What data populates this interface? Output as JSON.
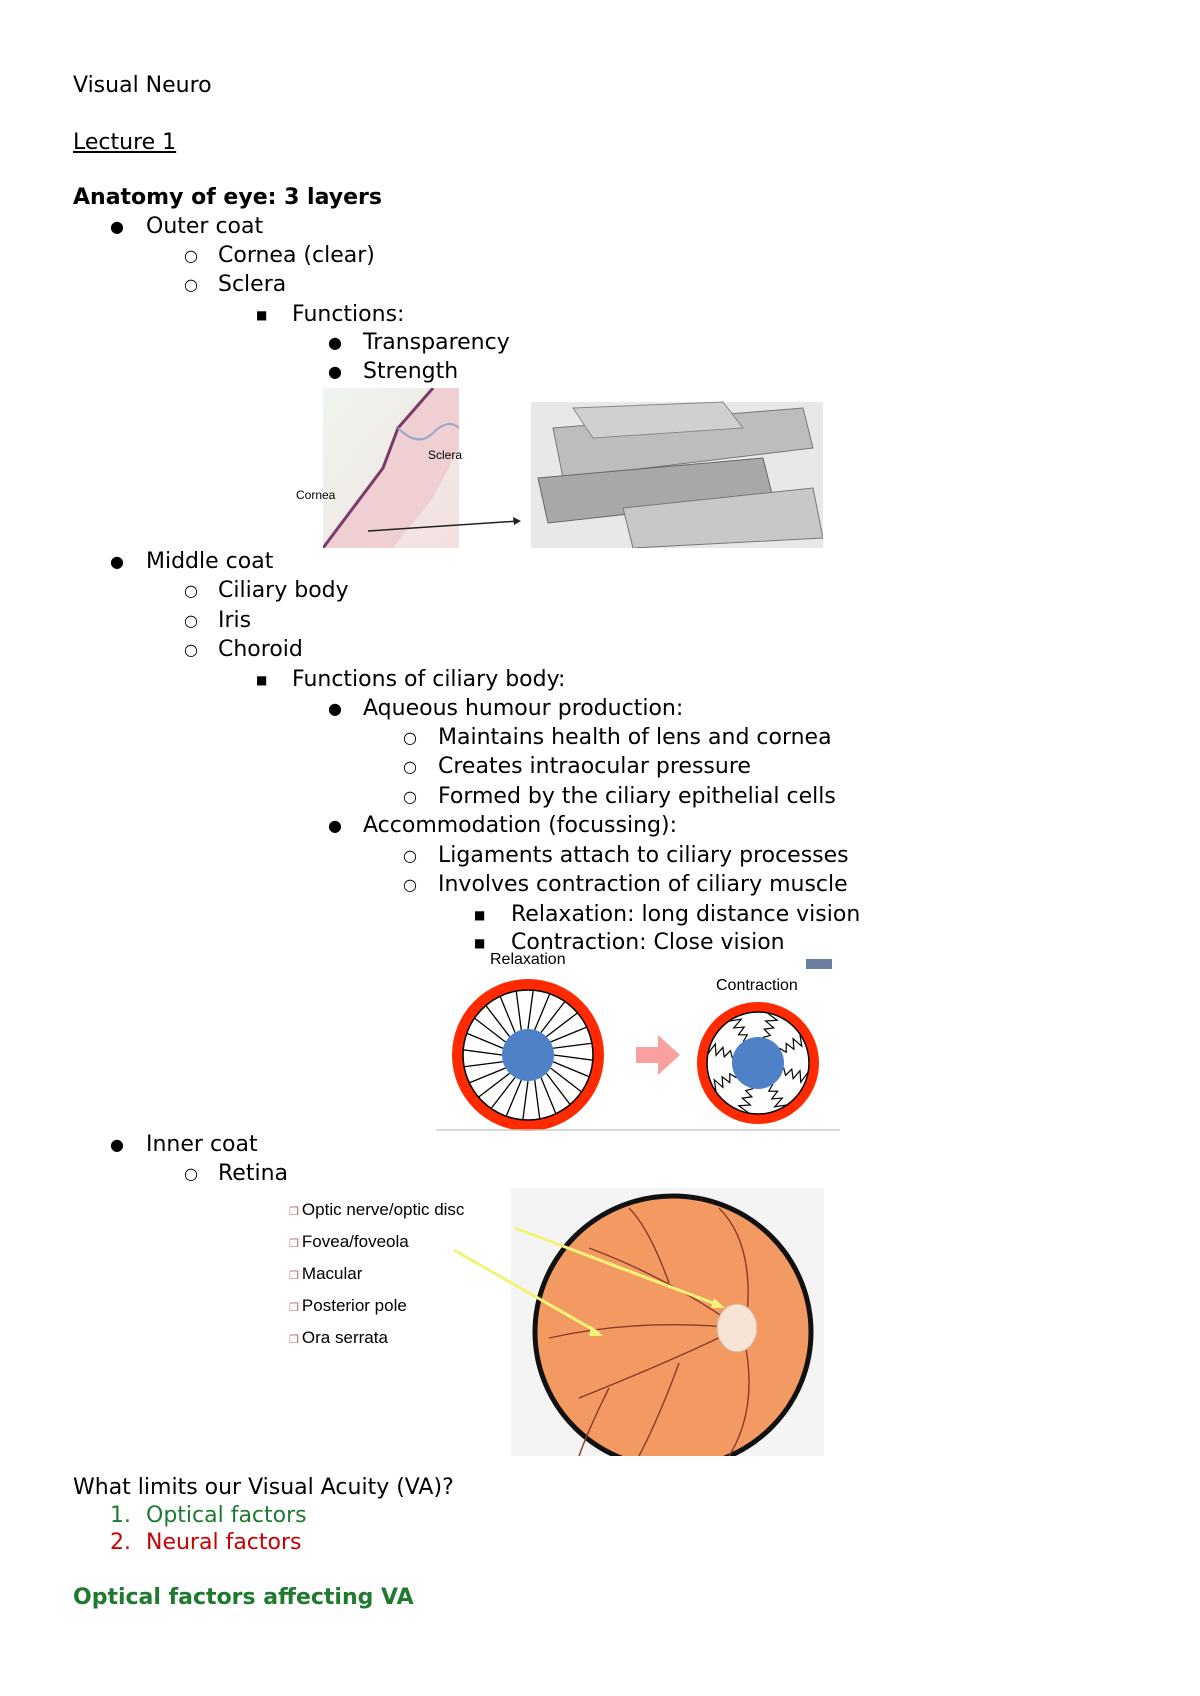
{
  "doc": {
    "title": "Visual Neuro",
    "lecture": "Lecture 1",
    "heading": "Anatomy of eye: 3 layers",
    "outer": {
      "label": "Outer coat",
      "items": [
        "Cornea (clear)",
        "Sclera"
      ],
      "functions_label": "Functions:",
      "functions": [
        "Transparency",
        "Strength"
      ]
    },
    "fig1": {
      "cornea_label": "Cornea",
      "sclera_label": "Sclera"
    },
    "middle": {
      "label": "Middle coat",
      "items": [
        "Ciliary body",
        "Iris",
        "Choroid"
      ],
      "functions_label": "Functions of ciliary body:",
      "aqueous_label": "Aqueous humour production:",
      "aqueous": [
        "Maintains health of lens and cornea",
        "Creates intraocular pressure",
        "Formed by the ciliary epithelial cells"
      ],
      "accommodation_label": "Accommodation (focussing):",
      "accommodation": [
        "Ligaments attach to ciliary processes",
        "Involves contraction of ciliary muscle"
      ],
      "muscle": [
        "Relaxation: long distance vision",
        "Contraction: Close vision"
      ]
    },
    "fig2": {
      "relaxation_label": "Relaxation",
      "contraction_label": "Contraction"
    },
    "inner": {
      "label": "Inner coat",
      "items": [
        "Retina"
      ]
    },
    "fig3": {
      "labels": [
        "Optic nerve/optic disc",
        "Fovea/foveola",
        "Macular",
        "Posterior pole",
        "Ora serrata"
      ]
    },
    "question": "What limits our Visual Acuity (VA)?",
    "factors": [
      {
        "num": "1.",
        "text": "Optical factors",
        "color": "#1e7a2e"
      },
      {
        "num": "2.",
        "text": "Neural factors",
        "color": "#cc0000"
      }
    ],
    "section2": "Optical factors affecting VA"
  }
}
